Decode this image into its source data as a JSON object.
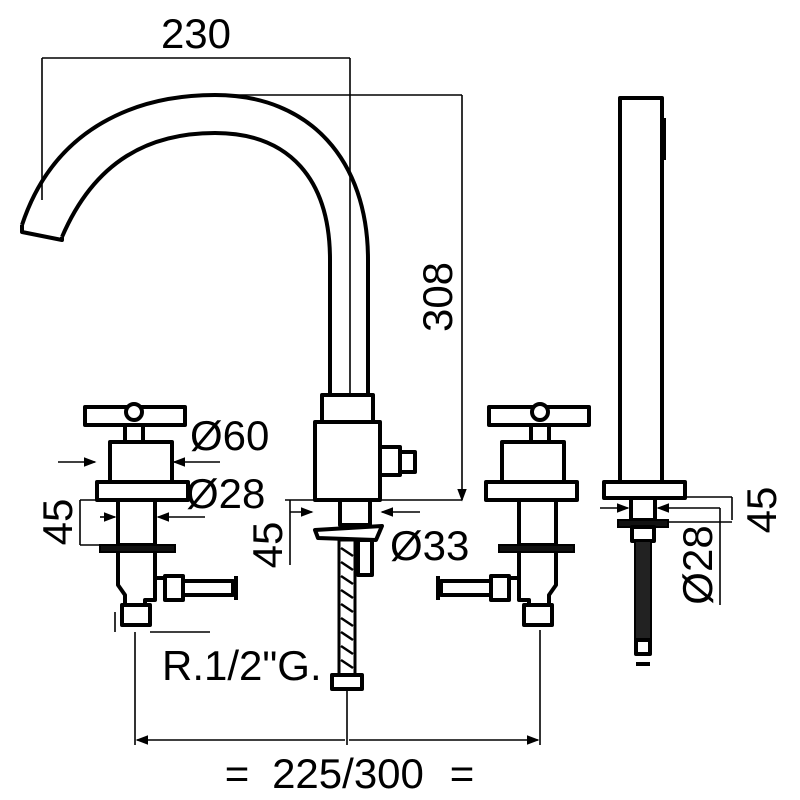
{
  "dimensions": {
    "spout_reach": "230",
    "overall_height": "308",
    "handle_diameter": "Ø60",
    "valve_shank_diameter": "Ø28",
    "valve_deck_thickness": "45",
    "spout_deck_thickness": "45",
    "spout_shank_diameter": "Ø33",
    "connection_thread": "R.1/2\"G.",
    "centers_eq_left": "=",
    "centers_distance": "225/300",
    "centers_eq_right": "=",
    "shower_deck_thickness": "45",
    "shower_shank_diameter": "Ø28"
  }
}
